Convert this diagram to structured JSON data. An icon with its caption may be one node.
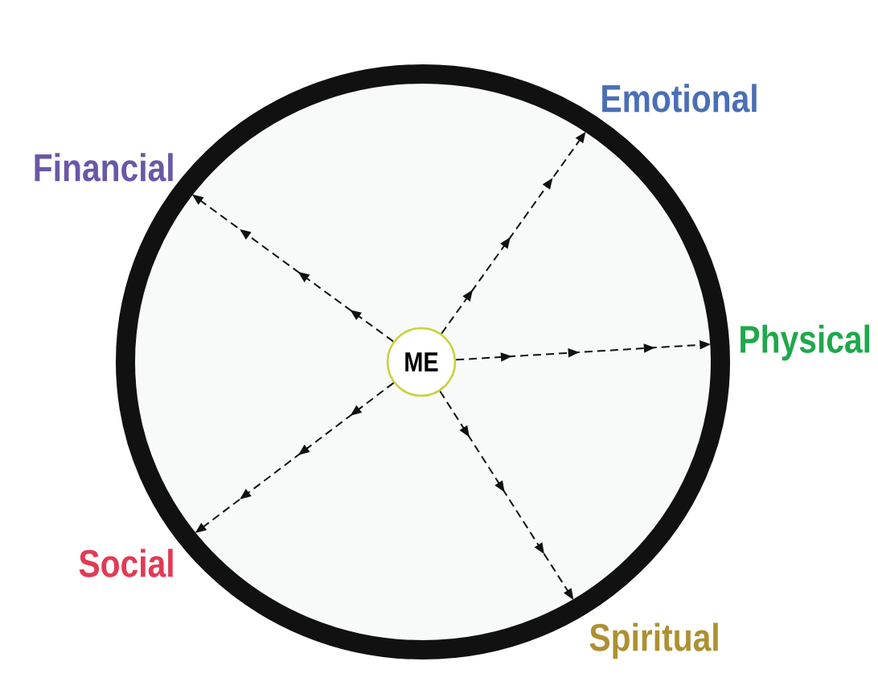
{
  "diagram": {
    "nodes": [
      {
        "text": [],
        "shape": "circle"
      },
      {
        "text": [
          "ME"
        ],
        "in": 0
      },
      {
        "text": [
          "Emotional"
        ]
      },
      {
        "text": [
          "Financial"
        ]
      },
      {
        "text": [
          "Physical"
        ]
      },
      {
        "text": [
          "Social"
        ]
      },
      {
        "text": [
          "Spiritual"
        ]
      }
    ],
    "edges": [
      {
        "from": 1,
        "to": 2,
        "arrow": "to",
        "style": "dashed"
      },
      {
        "from": 1,
        "to": 3,
        "arrow": "to",
        "style": "dashed"
      },
      {
        "from": 1,
        "to": 4,
        "arrow": "to",
        "style": "dashed"
      },
      {
        "from": 1,
        "to": 5,
        "arrow": "to",
        "style": "dashed"
      },
      {
        "from": 1,
        "to": 6,
        "arrow": "to",
        "style": "dashed"
      }
    ]
  }
}
